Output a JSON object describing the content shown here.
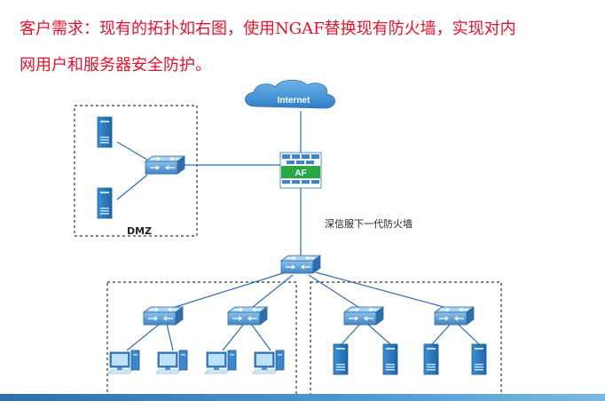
{
  "requirement": {
    "line1": "客户需求：现有的拓扑如右图，使用NGAF替换现有防火墙，实现对内",
    "line2": "网用户和服务器安全防护。"
  },
  "diagram": {
    "internet_label": "Internet",
    "firewall_label": "AF",
    "firewall_caption": "深信服下一代防火墙",
    "dmz_label": "DMZ"
  },
  "colors": {
    "title_text": "#e8102a",
    "cloud": "#3d8fd1",
    "firewall_green": "#27a844",
    "switch_blue": "#4a8cc9",
    "server_blue": "#2f7dc3",
    "link": "#2a6fae"
  }
}
